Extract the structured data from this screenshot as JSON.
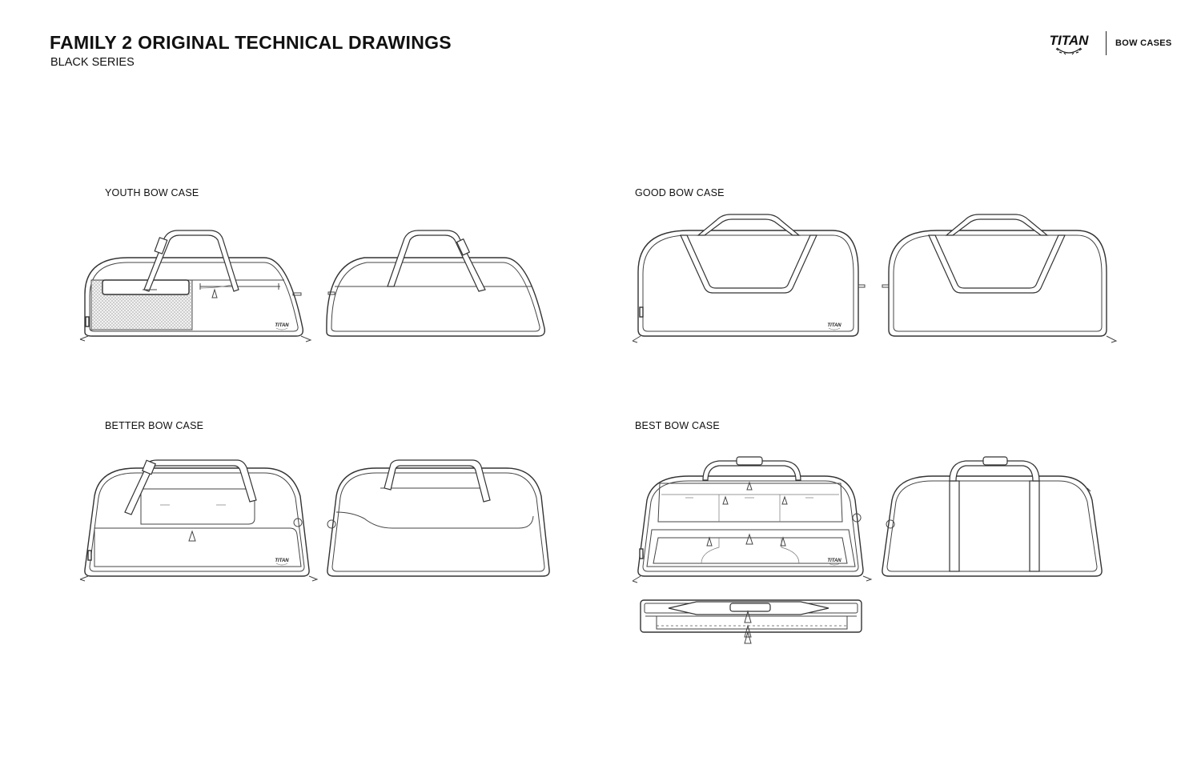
{
  "header": {
    "title": "FAMILY 2 ORIGINAL TECHNICAL DRAWINGS",
    "subtitle": "BLACK SERIES"
  },
  "brand": {
    "logo_text": "TITAN",
    "tagline": "BOW CASES"
  },
  "sections": {
    "youth": "YOUTH BOW CASE",
    "good": "GOOD BOW CASE",
    "better": "BETTER BOW CASE",
    "best": "BEST BOW CASE"
  },
  "colors": {
    "line": "#333333",
    "background": "#ffffff"
  }
}
